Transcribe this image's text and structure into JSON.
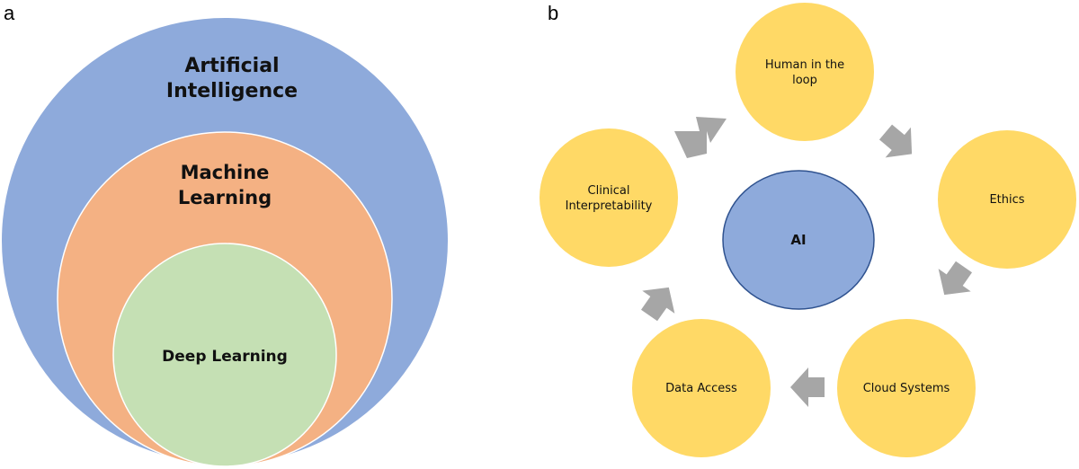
{
  "panel_a": {
    "label": "a",
    "outer_circle": {
      "lines": [
        "Artificial",
        "Intelligence"
      ]
    },
    "middle_circle": {
      "lines": [
        "Machine",
        "Learning"
      ]
    },
    "inner_circle": {
      "lines": [
        "Deep Learning"
      ]
    }
  },
  "panel_b": {
    "label": "b",
    "center": {
      "lines": [
        "AI"
      ]
    },
    "nodes": [
      {
        "lines": [
          "Human in the",
          "loop"
        ]
      },
      {
        "lines": [
          "Ethics"
        ]
      },
      {
        "lines": [
          "Cloud Systems"
        ]
      },
      {
        "lines": [
          "Data Access"
        ]
      },
      {
        "lines": [
          "Clinical",
          "Interpretability"
        ]
      }
    ]
  },
  "colors": {
    "outer_blue": "#8eaadb",
    "middle_orange": "#f4b183",
    "inner_green": "#c5e0b4",
    "node_yellow": "#ffd966",
    "center_blue": "#8eaadb",
    "center_stroke": "#2f528f",
    "arrow_gray": "#a6a6a6"
  }
}
